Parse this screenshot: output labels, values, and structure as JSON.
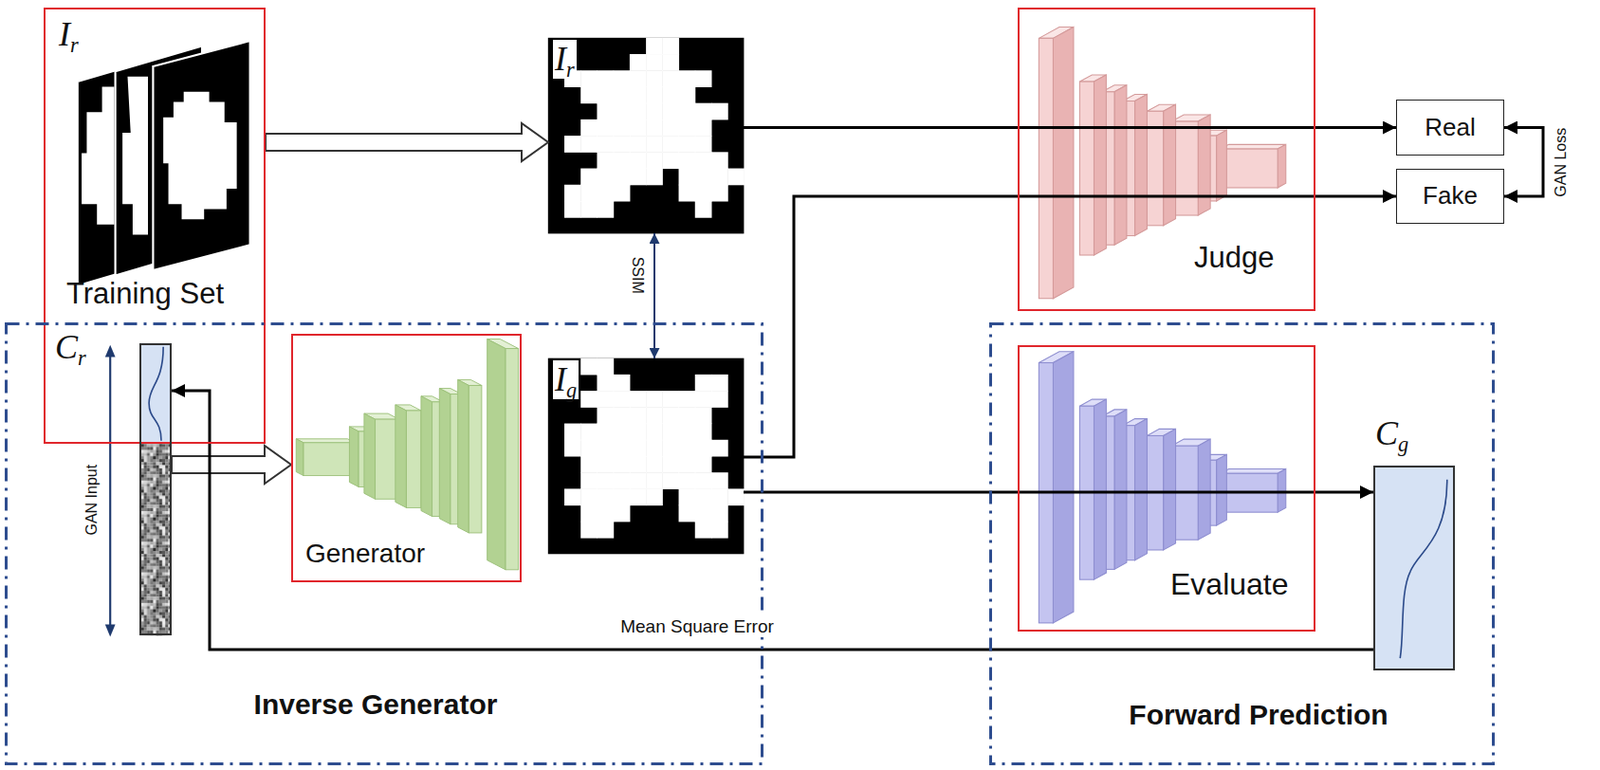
{
  "diagram": {
    "nodes": [
      {
        "text": [
          "Ir",
          "Training Set"
        ]
      },
      {
        "text": [
          "Ir"
        ]
      },
      {
        "text": [
          "Judge"
        ]
      },
      {
        "text": [
          "Real"
        ]
      },
      {
        "text": [
          "Fake"
        ]
      },
      {
        "text": [
          "Inverse Generator"
        ]
      },
      {
        "text": [
          "Cr"
        ],
        "in": 5
      },
      {
        "text": [
          "Generator"
        ],
        "in": 5
      },
      {
        "text": [
          "Ig"
        ],
        "in": 5
      },
      {
        "text": [
          "Forward Prediction"
        ]
      },
      {
        "text": [
          "Evaluate"
        ],
        "in": 9
      },
      {
        "text": [
          "Cg"
        ],
        "in": 9
      }
    ],
    "edges": [
      {
        "from": 0,
        "to": 1,
        "arrow": "to"
      },
      {
        "from": 1,
        "to": 3,
        "arrow": "to"
      },
      {
        "from": 8,
        "to": 4,
        "arrow": "to"
      },
      {
        "from": 1,
        "to": 8,
        "arrow": "both",
        "label": "SSIM"
      },
      {
        "from": 6,
        "to": 7,
        "arrow": "to"
      },
      {
        "from": 8,
        "to": 11,
        "arrow": "to"
      },
      {
        "from": 11,
        "to": 6,
        "arrow": "to",
        "label": "Mean Square Error"
      },
      {
        "from": 3,
        "to": 4,
        "arrow": "both",
        "label": "GAN Loss"
      }
    ],
    "labels": [
      "GAN Input"
    ]
  }
}
